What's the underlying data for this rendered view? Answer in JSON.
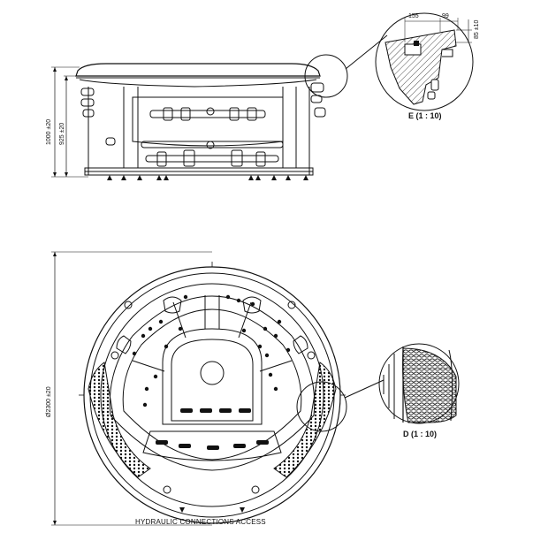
{
  "side_view": {
    "dim_height_total": "1000 ±20",
    "dim_height_shell": "925 ±20"
  },
  "detail_e": {
    "title": "E (1 : 10)",
    "dim_a": "155",
    "dim_b": "99",
    "dim_c": "85 ±10"
  },
  "plan_view": {
    "dim_diameter": "Ø2300 ±20",
    "note": "HYDRAULIC CONNECTIONS ACCESS"
  },
  "detail_d": {
    "title": "D (1 : 10)"
  }
}
